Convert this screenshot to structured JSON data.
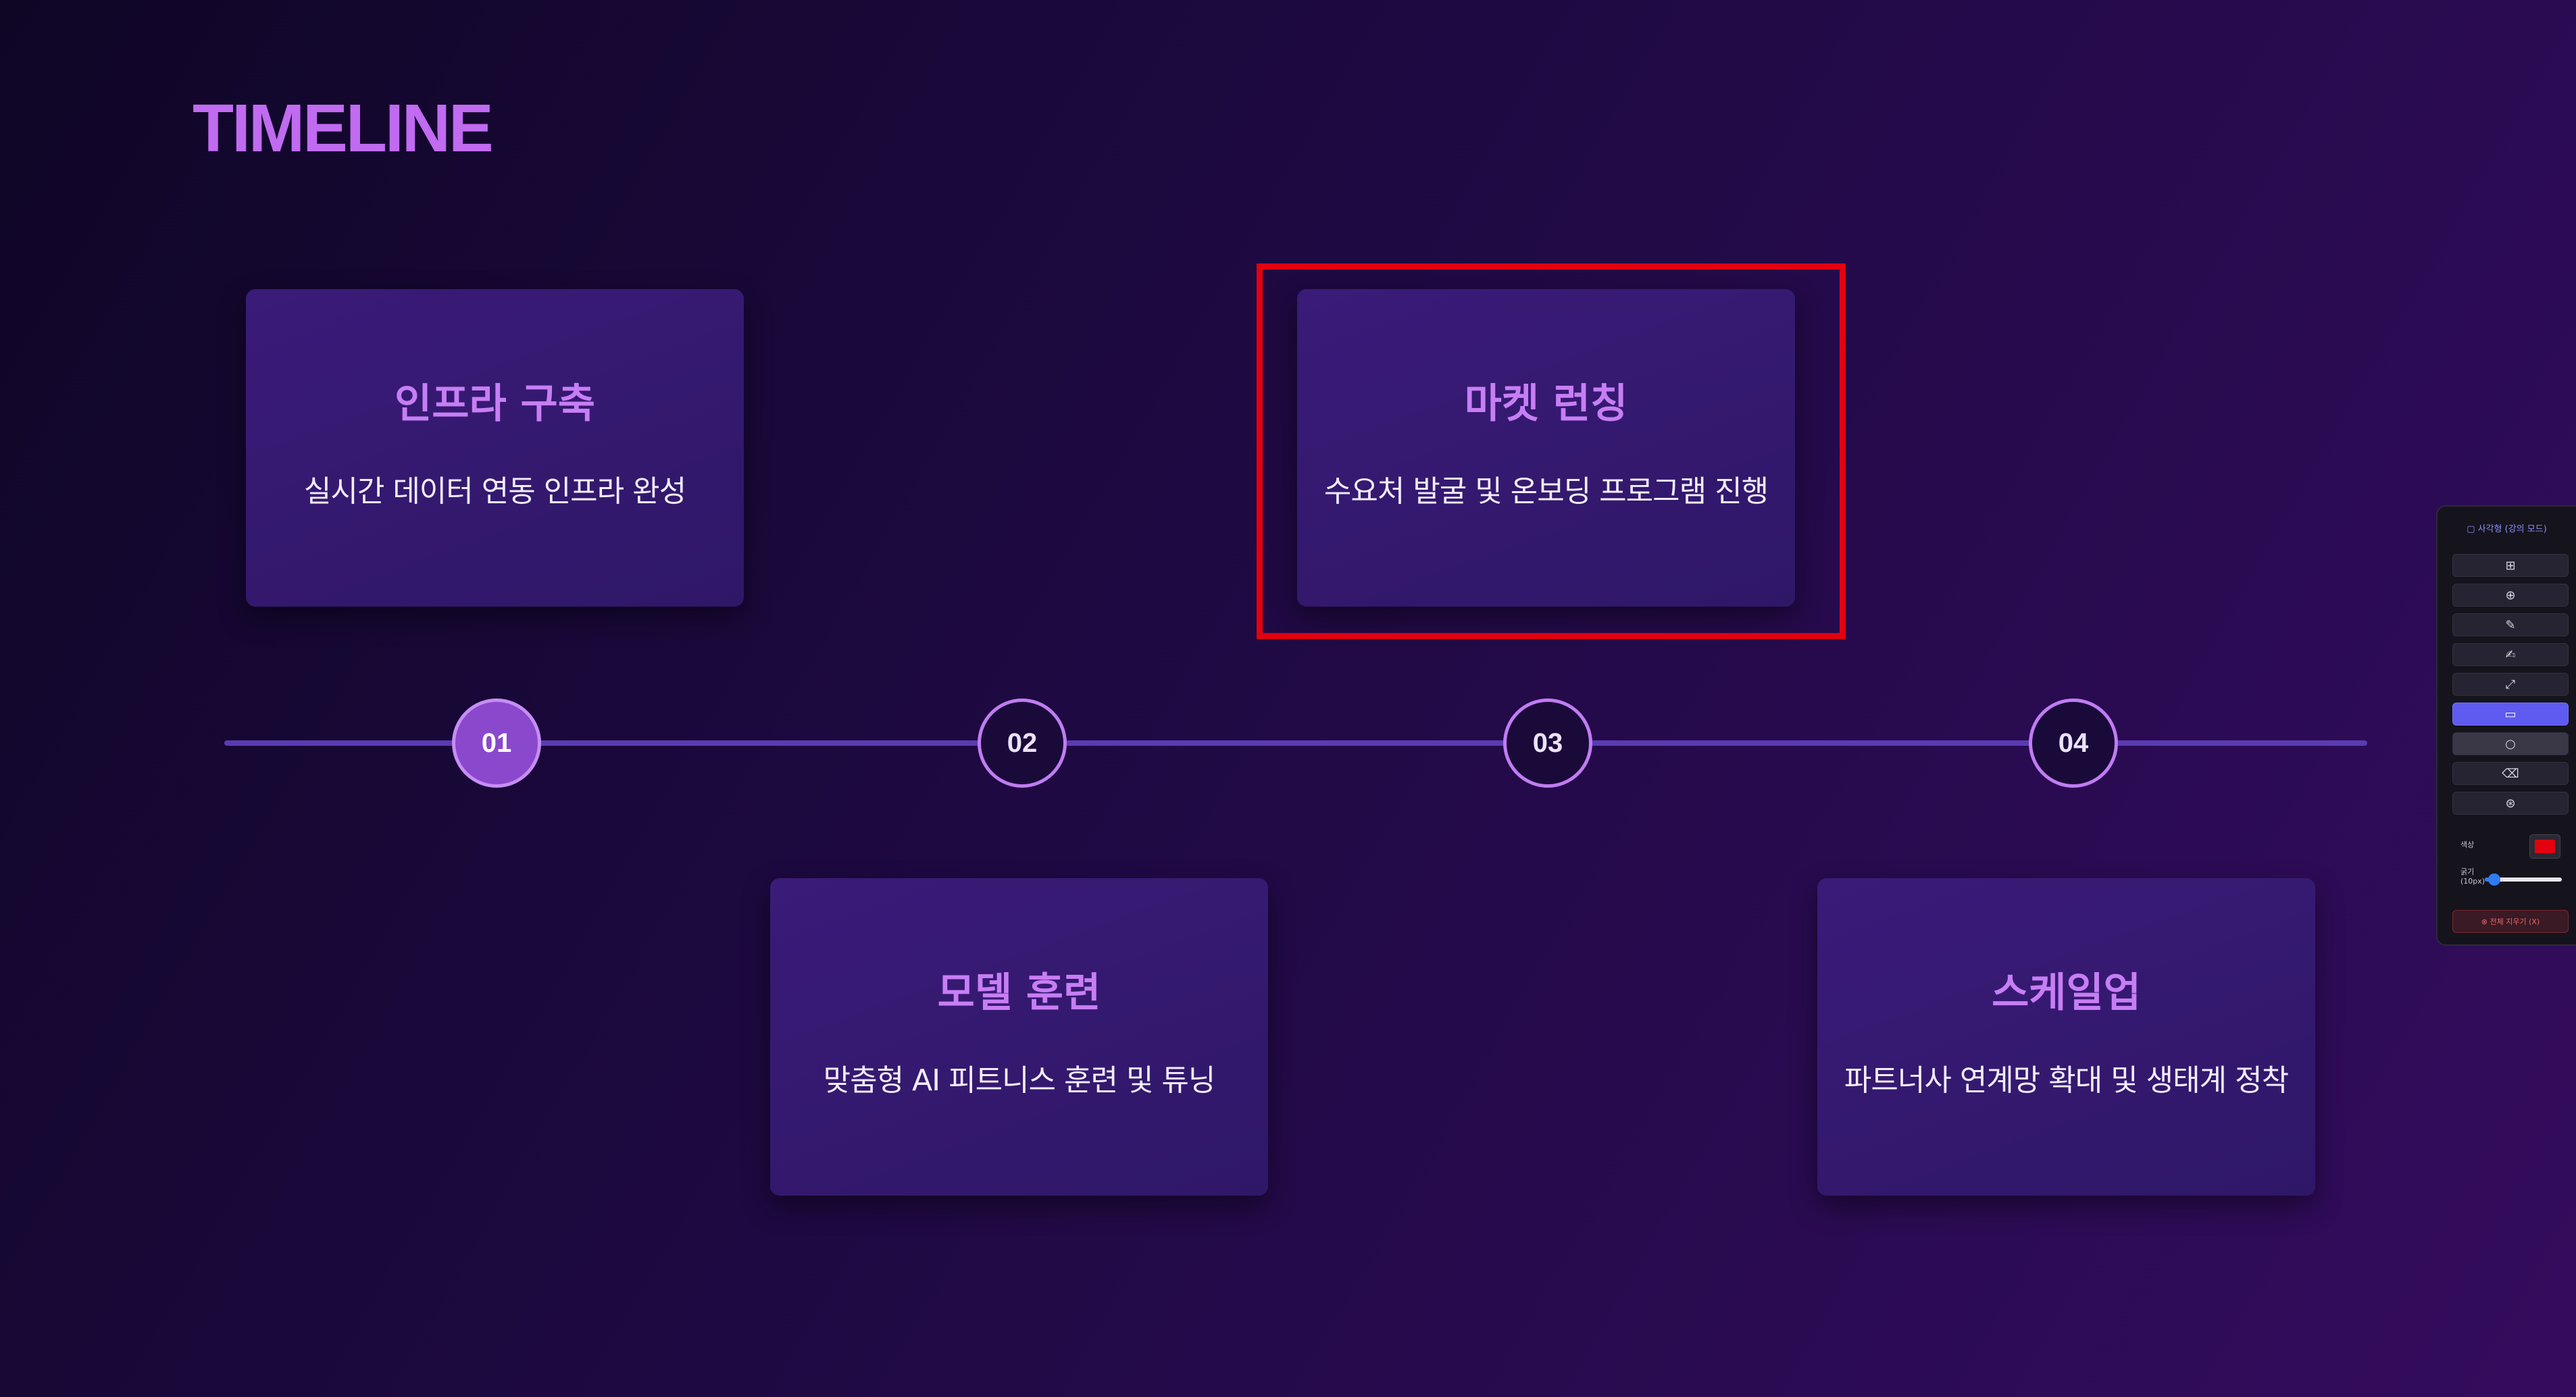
{
  "title": "TIMELINE",
  "colors": {
    "accent": "#c06bf0",
    "card": "#331970",
    "line": "#5b3bb3",
    "highlight": "#e3000f",
    "pen_color": "#e3000f"
  },
  "cards": [
    {
      "title": "인프라 구축",
      "desc": "실시간 데이터 연동 인프라 완성"
    },
    {
      "title": "모델 훈련",
      "desc": "맞춤형 AI 피트니스 훈련 및 튜닝"
    },
    {
      "title": "마켓 런칭",
      "desc": "수요처 발굴 및 온보딩 프로그램 진행"
    },
    {
      "title": "스케일업",
      "desc": "파트너사 연계망 확대 및 생태계 정착"
    }
  ],
  "steps": [
    "01",
    "02",
    "03",
    "04"
  ],
  "active_step": "01",
  "panel": {
    "header": "▢ 사각형 (강의 모드)",
    "tools": [
      {
        "icon": "⊞",
        "name": "slide-icon"
      },
      {
        "icon": "⊕",
        "name": "zoom-icon"
      },
      {
        "icon": "✎",
        "name": "pen-icon"
      },
      {
        "icon": "✍",
        "name": "highlighter-icon"
      },
      {
        "icon": "⤢",
        "name": "arrow-icon"
      },
      {
        "icon": "▭",
        "name": "rectangle-icon"
      },
      {
        "icon": "○",
        "name": "circle-icon"
      },
      {
        "icon": "⌫",
        "name": "eraser-icon"
      },
      {
        "icon": "⊛",
        "name": "pointer-icon"
      }
    ],
    "active_tool": "rectangle-icon",
    "hover_tool": "circle-icon",
    "color_label": "색상",
    "width_label_1": "굵기",
    "width_label_2": "(10px)",
    "width_fraction": 0.12,
    "clear_label": "⊗ 전체 지우기 (X)"
  }
}
